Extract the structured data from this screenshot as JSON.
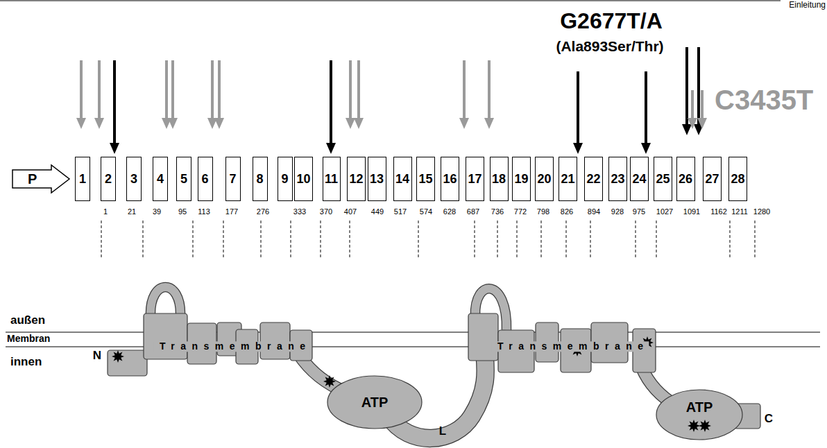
{
  "diagram": {
    "nodes": [
      {
        "text": [
          "P"
        ]
      },
      {
        "text": [
          "1"
        ]
      },
      {
        "text": [
          "2"
        ]
      },
      {
        "text": [
          "3"
        ]
      },
      {
        "text": [
          "4"
        ]
      },
      {
        "text": [
          "5"
        ]
      },
      {
        "text": [
          "6"
        ]
      },
      {
        "text": [
          "7"
        ]
      },
      {
        "text": [
          "8"
        ]
      },
      {
        "text": [
          "9"
        ]
      },
      {
        "text": [
          "10"
        ]
      },
      {
        "text": [
          "11"
        ]
      },
      {
        "text": [
          "12"
        ]
      },
      {
        "text": [
          "13"
        ]
      },
      {
        "text": [
          "14"
        ]
      },
      {
        "text": [
          "15"
        ]
      },
      {
        "text": [
          "16"
        ]
      },
      {
        "text": [
          "17"
        ]
      },
      {
        "text": [
          "18"
        ]
      },
      {
        "text": [
          "19"
        ]
      },
      {
        "text": [
          "20"
        ]
      },
      {
        "text": [
          "21"
        ]
      },
      {
        "text": [
          "22"
        ]
      },
      {
        "text": [
          "23"
        ]
      },
      {
        "text": [
          "24"
        ]
      },
      {
        "text": [
          "25"
        ]
      },
      {
        "text": [
          "26"
        ]
      },
      {
        "text": [
          "27"
        ]
      },
      {
        "text": [
          "28"
        ]
      },
      {
        "text": [
          "ATP"
        ]
      },
      {
        "text": [
          "ATP"
        ]
      }
    ],
    "labels": [
      "Einleitung",
      "G2677T/A",
      "(Ala893Ser/Thr)",
      "C3435T",
      "1",
      "21",
      "39",
      "95",
      "113",
      "177",
      "276",
      "333",
      "370",
      "407",
      "449",
      "517",
      "574",
      "628",
      "687",
      "736",
      "772",
      "798",
      "826",
      "894",
      "928",
      "975",
      "1027",
      "1091",
      "1162",
      "1211",
      "1280",
      "außen",
      "Membran",
      "innen",
      "N",
      "Transmembrane",
      "Transmembrane",
      "L",
      "C"
    ]
  }
}
